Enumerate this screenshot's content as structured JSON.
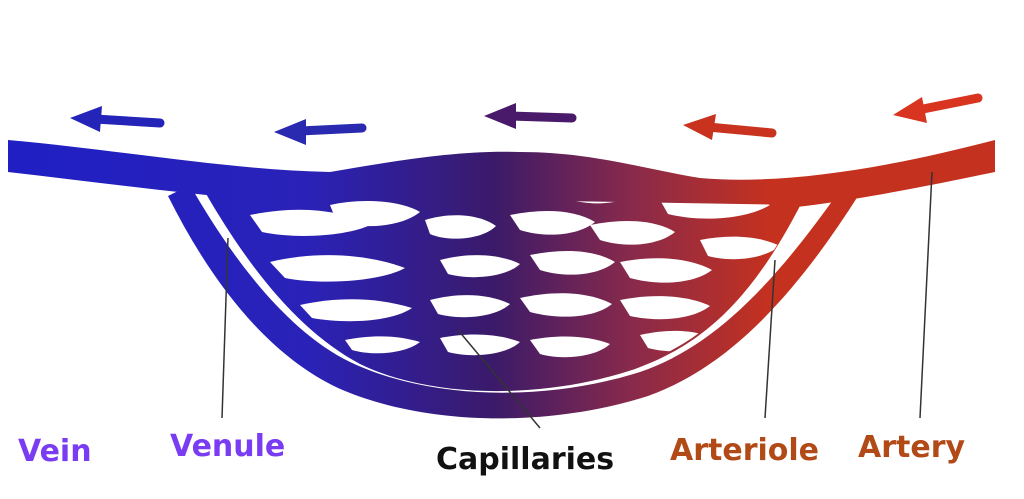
{
  "labels": {
    "vein": "Vein",
    "venule": "Venule",
    "capillaries": "Capillaries",
    "arteriole": "Arteriole",
    "artery": "Artery"
  },
  "colors": {
    "vein": "#7a3cf2",
    "venule": "#7a3cf2",
    "capillaries": "#111111",
    "arteriole": "#b24a17",
    "artery": "#b24a17",
    "vessel_blue": "#1f1fc4",
    "vessel_purple": "#3a1a6a",
    "vessel_red": "#c4311f",
    "leader_line": "#333333"
  },
  "flow_direction": "right-to-left"
}
